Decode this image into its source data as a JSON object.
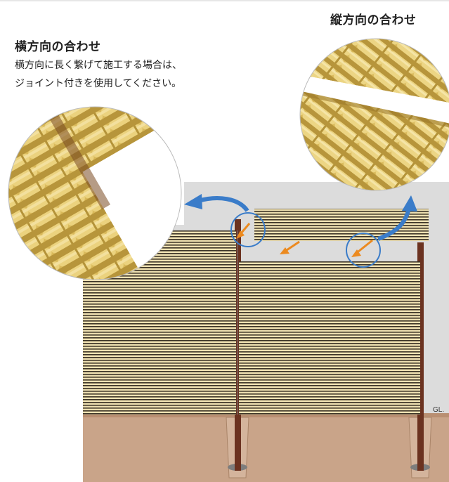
{
  "horizontal_joint": {
    "title": "横方向の合わせ",
    "description_line1": "横方向に長く繋げて施工する場合は、",
    "description_line2": "ジョイント付きを使用してください。"
  },
  "vertical_joint": {
    "title": "縦方向の合わせ"
  },
  "ground_label": "GL.",
  "colors": {
    "background_wall": "#dcdcdc",
    "ground": "#c9a489",
    "post": "#6b3220",
    "bamboo": "#e2c66e",
    "bamboo_shadow": "#b39238",
    "arrow_blue": "#3a7cc9",
    "arrow_orange": "#ec8a1f"
  }
}
